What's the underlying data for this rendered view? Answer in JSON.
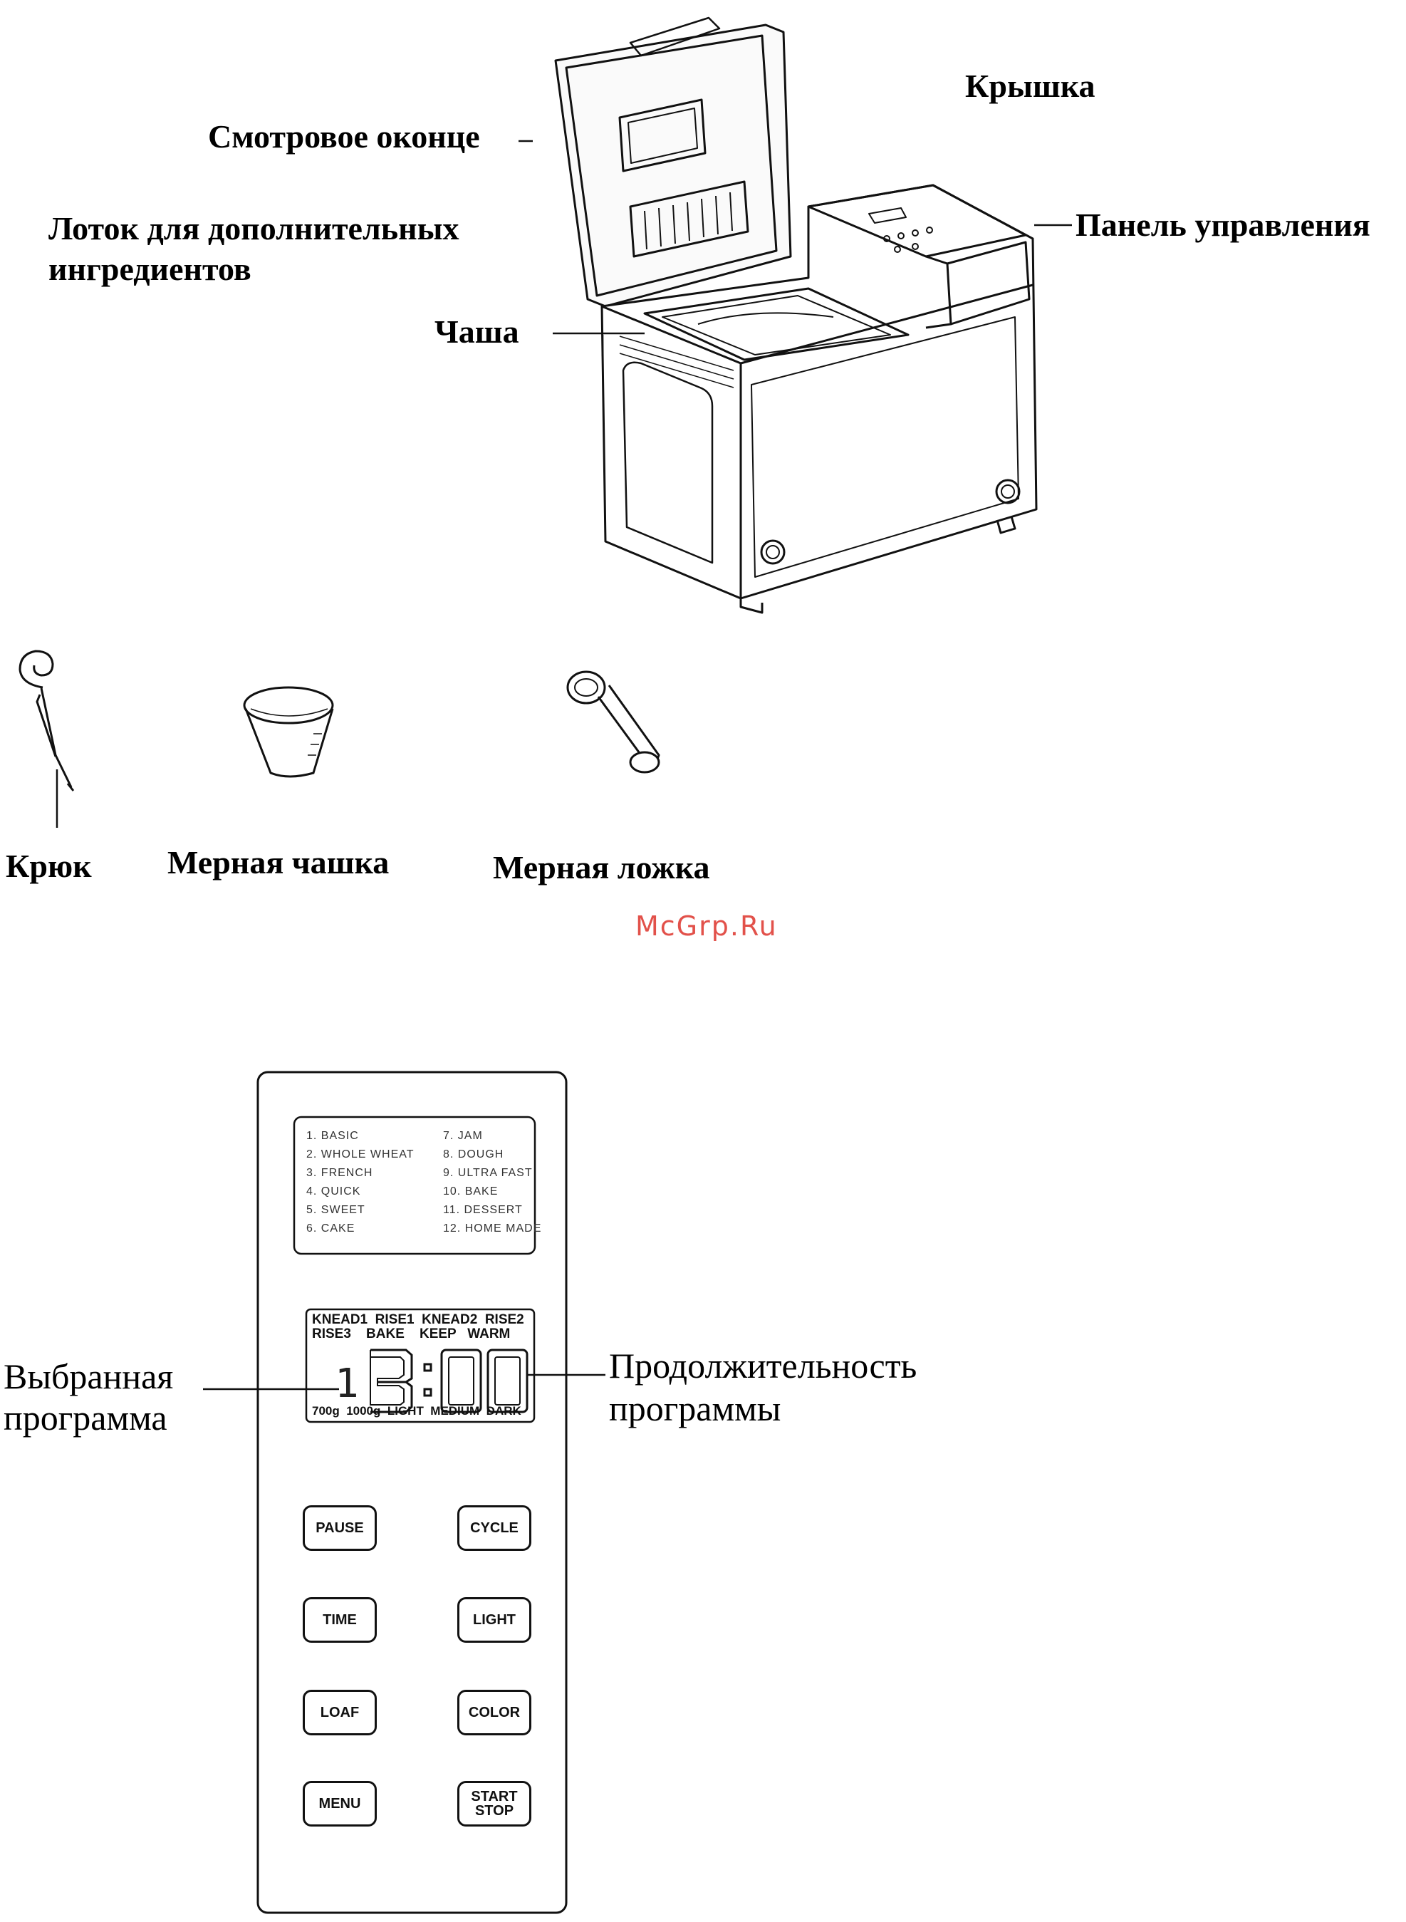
{
  "labels": {
    "lid": "Крышка",
    "window": "Смотровое оконце",
    "control_panel": "Панель управления",
    "tray_line1": "Лоток для дополнительных",
    "tray_line2": "ингредиентов",
    "bowl": "Чаша"
  },
  "accessories": {
    "hook": "Крюк",
    "measuring_cup": "Мерная чашка",
    "measuring_spoon": "Мерная ложка"
  },
  "watermark": "McGrp.Ru",
  "panel": {
    "programs_left": [
      "1. BASIC",
      "2. WHOLE WHEAT",
      "3. FRENCH",
      "4. QUICK",
      "5. SWEET",
      "6. CAKE"
    ],
    "programs_right": [
      "7. JAM",
      "8. DOUGH",
      "9. ULTRA FAST",
      "10. BAKE",
      "11. DESSERT",
      "12. HOME MADE"
    ],
    "display": {
      "phase_row1": "KNEAD1  RISE1  KNEAD2  RISE2",
      "phase_row2": "RISE3    BAKE    KEEP   WARM",
      "program_number": "1",
      "time": "3:00",
      "bottom_row": "700g  1000g  LIGHT  MEDIUM  DARK"
    },
    "buttons": {
      "pause": "PAUSE",
      "cycle": "CYCLE",
      "time": "TIME",
      "light": "LIGHT",
      "loaf": "LOAF",
      "color": "COLOR",
      "menu": "MENU",
      "start_stop": "START\nSTOP"
    },
    "callouts": {
      "selected_line1": "Выбранная",
      "selected_line2": "программа",
      "duration_line1": "Продолжительность",
      "duration_line2": "программы"
    }
  }
}
